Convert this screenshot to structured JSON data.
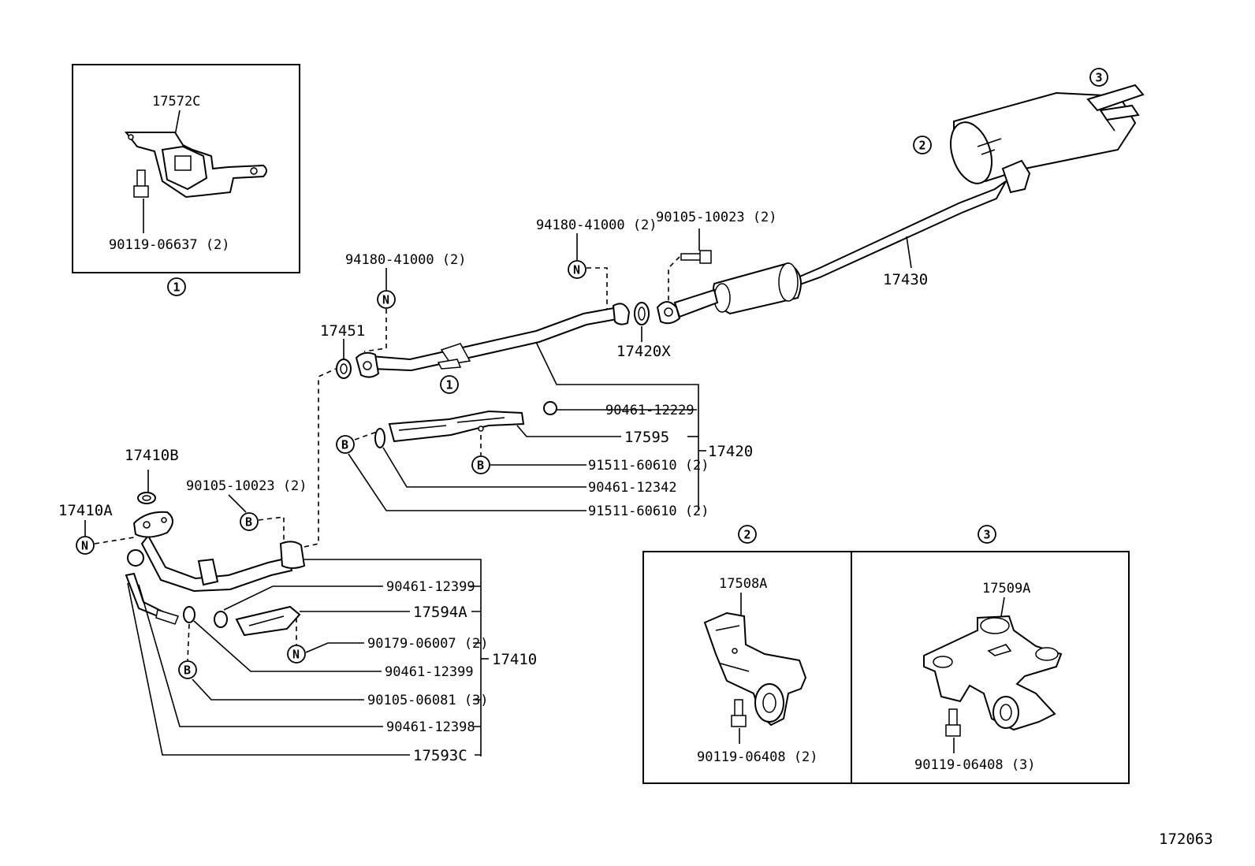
{
  "figure_id": "172063",
  "inset_boxes": {
    "box1": {
      "ref": "1",
      "part": "17572C",
      "bolt": "90119-06637 (2)"
    },
    "box2": {
      "ref": "2",
      "part": "17508A",
      "bolt": "90119-06408 (2)"
    },
    "box3": {
      "ref": "3",
      "part": "17509A",
      "bolt": "90119-06408 (3)"
    }
  },
  "symbols": {
    "ref1": "1",
    "ref2": "2",
    "ref3": "3",
    "N": "N",
    "B": "B"
  },
  "main_parts": {
    "tail_pipe": "17430",
    "gasket_rear": "17420X",
    "gasket_front": "17451",
    "nut_front": "94180-41000 (2)",
    "nut_rear": "94180-41000 (2)",
    "bolt_rear": "90105-10023 (2)"
  },
  "group_17420": {
    "label": "17420",
    "items": [
      "90461-12229",
      "17595",
      "91511-60610 (2)",
      "90461-12342",
      "91511-60610 (2)"
    ]
  },
  "group_17410": {
    "label": "17410",
    "items": [
      "90461-12399",
      "17594A",
      "90179-06007 (2)",
      "90461-12399",
      "90105-06081 (3)",
      "90461-12398",
      "17593C"
    ]
  },
  "front_pipe": {
    "gasket_top": "17410B",
    "gasket_side": "17410A",
    "bolt": "90105-10023 (2)"
  }
}
